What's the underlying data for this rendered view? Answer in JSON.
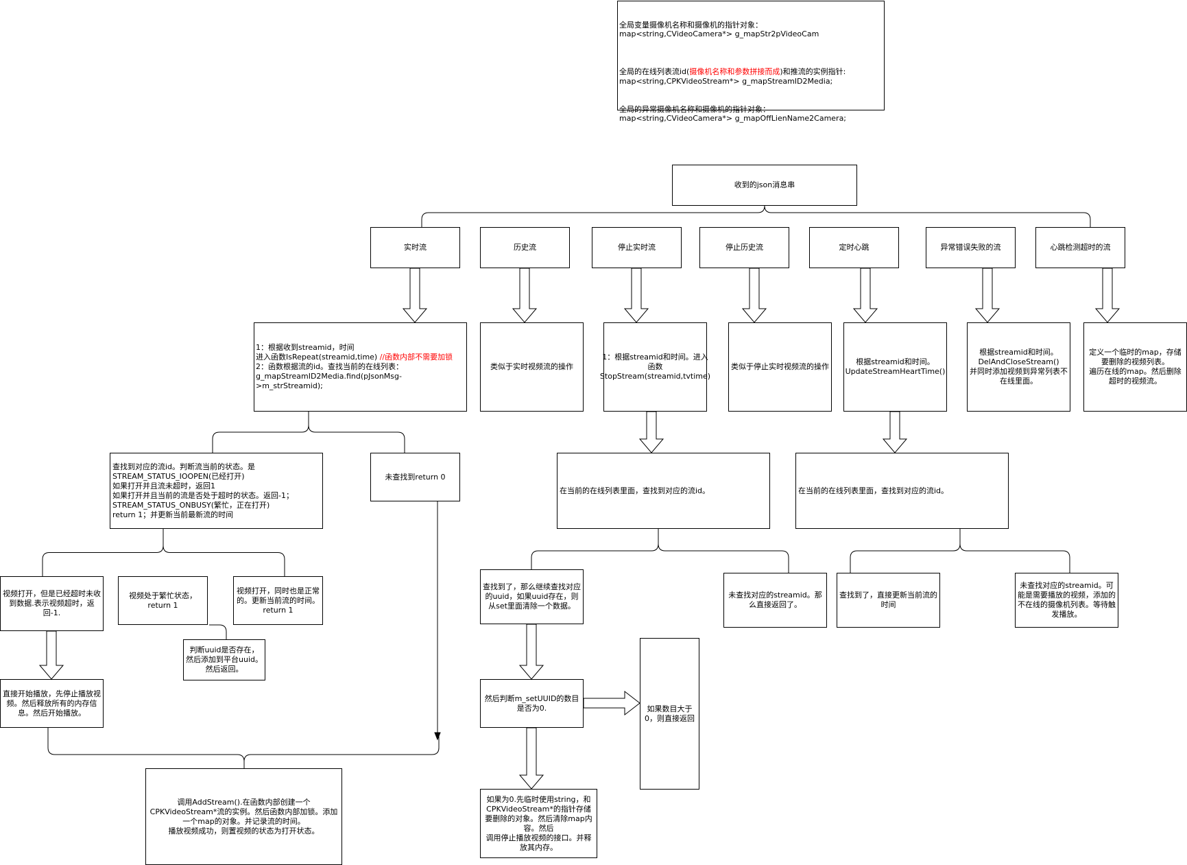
{
  "notes": {
    "p1": "全局变量摄像机名称和摄像机的指针对象：\n map<string,CVideoCamera*>  g_mapStr2pVideoCam",
    "p2_before": "全局的在线列表流id(",
    "p2_red": "摄像机名称和参数拼接而成",
    "p2_after": ")和推流的实例指针:\nmap<string,CPKVideoStream*> g_mapStreamID2Media;",
    "p3": "全局的异常摄像机名称和摄像机的指针对象：\nmap<string,CVideoCamera*>   g_mapOffLienName2Camera;"
  },
  "root": {
    "label": "收到的json消息串"
  },
  "categories": [
    "实时流",
    "历史流",
    "停止实时流",
    "停止历史流",
    "定时心跳",
    "异常错误失败的流",
    "心跳检测超时的流"
  ],
  "realtime": {
    "step1_before": "1：根据收到streamid，时间\n进入函数IsRepeat(streamid,time)   ",
    "step1_red": "//函数内部不需要加锁",
    "step1_after": "\n2：函数根据流的id。查找当前的在线列表：\n g_mapStreamID2Media.find(pJsonMsg->m_strStreamid);",
    "found": "查找到对应的流id。判断流当前的状态。是\nSTREAM_STATUS_IOOPEN(已经打开)\n如果打开并且流未超时，返回1\n如果打开并且当前的流是否处于超时的状态。返回-1；\nSTREAM_STATUS_ONBUSY(繁忙，正在打开)\nreturn 1；并更新当前最新流的时间",
    "not_found": "未查找到return 0",
    "timeout": "视频打开，但是已经超时未收到数据.表示视频超时，返回-1.",
    "busy": "视频处于繁忙状态，\nreturn 1",
    "normal": "视频打开，同时也是正常的。更新当前流的时间。return 1",
    "uuid": "判断uuid是否存在，\n然后添加到平台uuid。然后返回。",
    "restart": "直接开始播放，先停止播放视频。然后释放所有的内存信息。然后开始播放。",
    "add_stream": "调用AddStream().在函数内部创建一个CPKVideoStream*流的实例。然后函数内部加锁。添加一个map的对象。并记录流的时间。\n播放视频成功，则置视频的状态为打开状态。"
  },
  "history": {
    "desc": "类似于实时视频流的操作"
  },
  "stop_realtime": {
    "desc": "1：根据streamid和时间。进入函数\nStopStream(streamid,tvtime)",
    "find": "在当前的在线列表里面，查找到对应的流id。",
    "found": "查找到了，那么继续查找对应的uuid，如果uuid存在，则从set里面清除一个数据。",
    "not_found": "未查找对应的streamid。那么直接返回了。",
    "check": "然后判断m_setUUID的数目是否为0.",
    "gt_zero": "如果数目大于0，则直接返回",
    "zero": "如果为0.先临时使用string，和CPKVideoStream*的指针存储要删除的对象。然后清除map内容。然后\n调用停止播放视频的接口。并释放其内存。"
  },
  "stop_history": {
    "desc": "类似于停止实时视频流的操作"
  },
  "heartbeat": {
    "desc": "根据streamid和时间。\nUpdateStreamHeartTime()",
    "find": "在当前的在线列表里面，查找到对应的流id。",
    "found": "查找到了，直接更新当前流的时间",
    "not_found": "未查找对应的streamid。可能是需要播放的视频，添加的不在线的摄像机列表。等待触发播放。"
  },
  "error_stream": {
    "desc": "根据streamid和时间。\nDelAndCloseStream()\n并同时添加视频到异常列表不在线里面。"
  },
  "timeout_stream": {
    "desc": "定义一个临时的map，存储要删除的视频列表。\n遍历在线的map。然后删除超时的视频流。"
  }
}
